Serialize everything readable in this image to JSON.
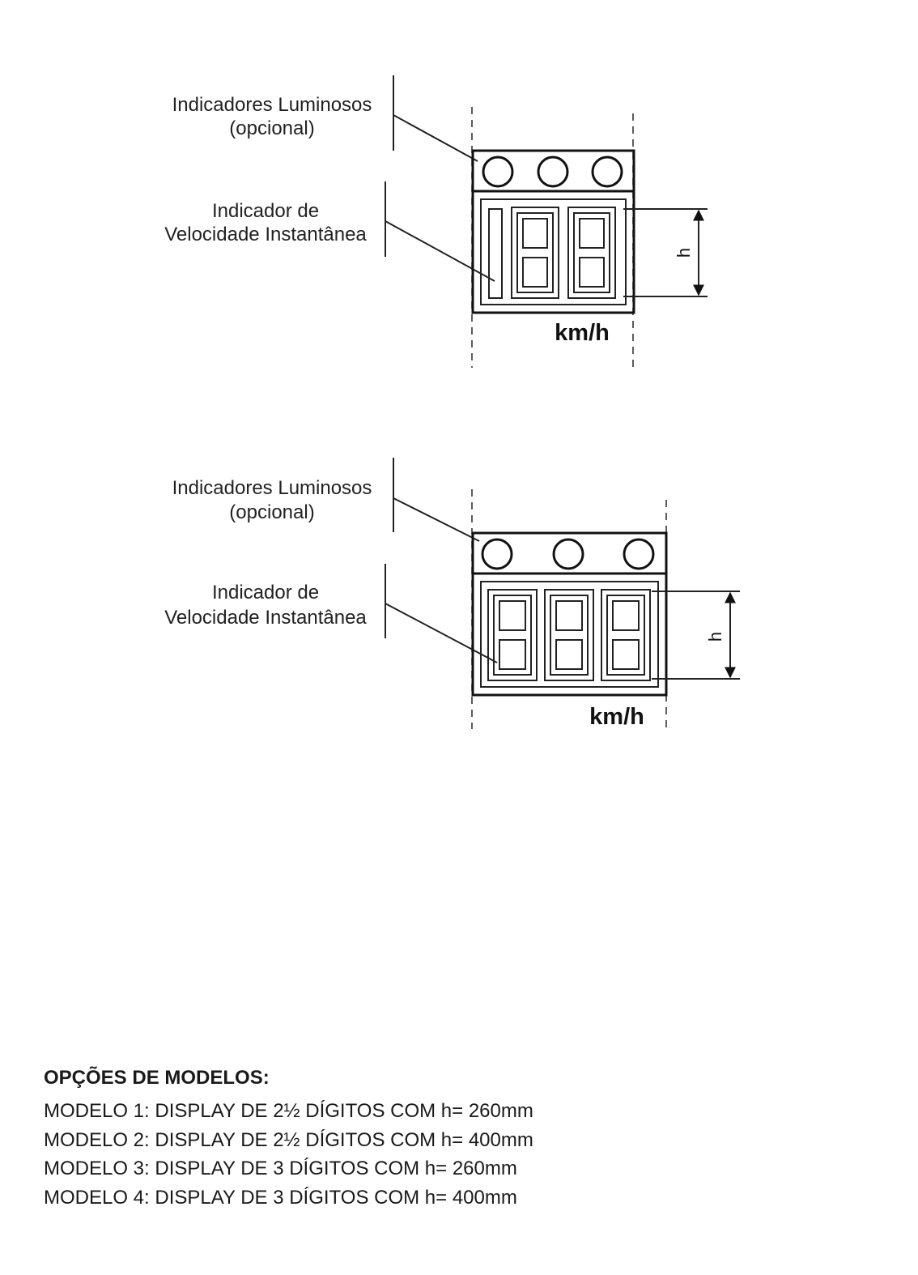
{
  "diagrams": [
    {
      "label_lights_line1": "Indicadores Luminosos",
      "label_lights_line2": "(opcional)",
      "label_speed_line1": "Indicador de",
      "label_speed_line2": "Velocidade Instantânea",
      "unit": "km/h",
      "dimension": "h",
      "digits": "2½",
      "light_count": 3
    },
    {
      "label_lights_line1": "Indicadores Luminosos",
      "label_lights_line2": "(opcional)",
      "label_speed_line1": "Indicador de",
      "label_speed_line2": "Velocidade Instantânea",
      "unit": "km/h",
      "dimension": "h",
      "digits": "3",
      "light_count": 3
    }
  ],
  "models": {
    "title": "OPÇÕES DE MODELOS:",
    "items": [
      "MODELO 1: DISPLAY DE 2½ DÍGITOS COM h= 260mm",
      "MODELO 2: DISPLAY DE 2½ DÍGITOS COM h= 400mm",
      "MODELO 3: DISPLAY DE 3 DÍGITOS COM h= 260mm",
      "MODELO 4: DISPLAY DE 3 DÍGITOS COM h= 400mm"
    ]
  }
}
